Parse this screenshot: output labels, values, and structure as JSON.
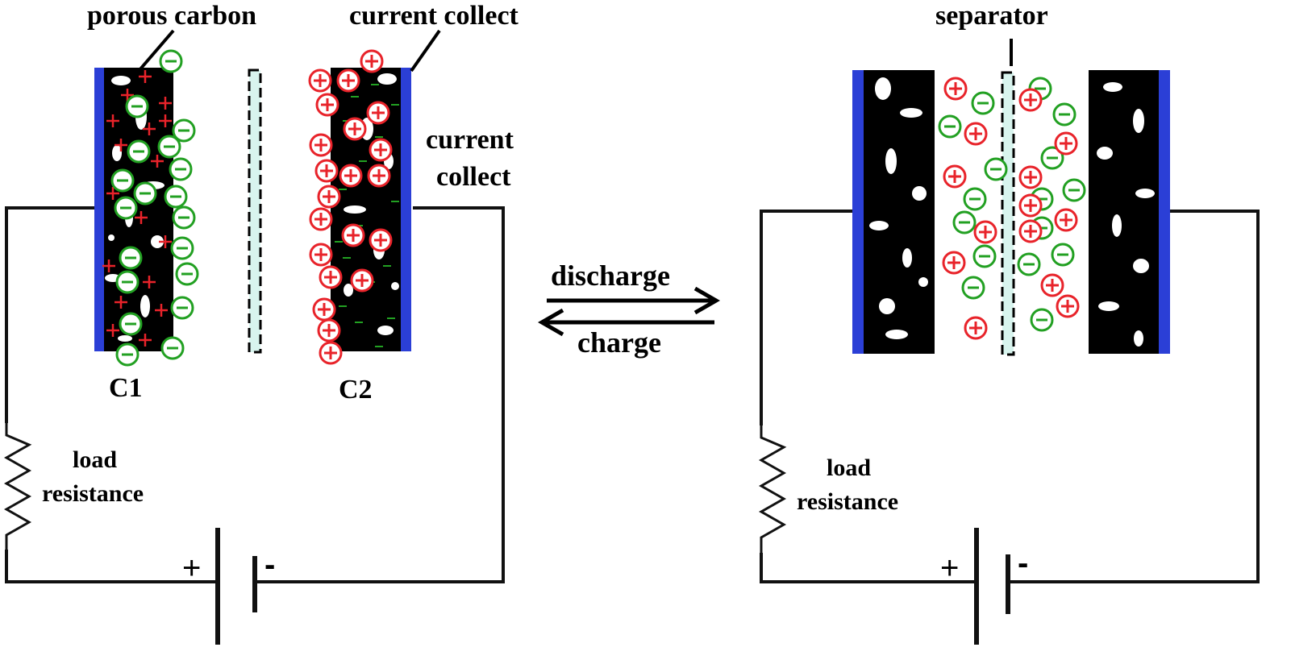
{
  "left_cell": {
    "porous_label": "porous carbon",
    "current_collect_top": "current collect",
    "current_collect_side": [
      "current",
      "collect"
    ],
    "c1_label": "C1",
    "c2_label": "C2",
    "load_label": [
      "load",
      "resistance"
    ],
    "battery_plus": "+",
    "battery_minus": "-"
  },
  "process": {
    "discharge_label": "discharge",
    "charge_label": "charge"
  },
  "right_cell": {
    "separator_label": "separator",
    "load_label": [
      "load",
      "resistance"
    ],
    "battery_plus": "+",
    "battery_minus": "-"
  },
  "colors": {
    "cation": "#e8232a",
    "anion": "#22a022",
    "collector": "#2b3fd6",
    "separator": "#d8f4ee",
    "carbon": "#000000",
    "wire": "#111111"
  },
  "icons": [
    "cation-icon",
    "anion-icon",
    "resistor-icon",
    "battery-icon",
    "arrow-right-icon",
    "arrow-left-icon"
  ]
}
